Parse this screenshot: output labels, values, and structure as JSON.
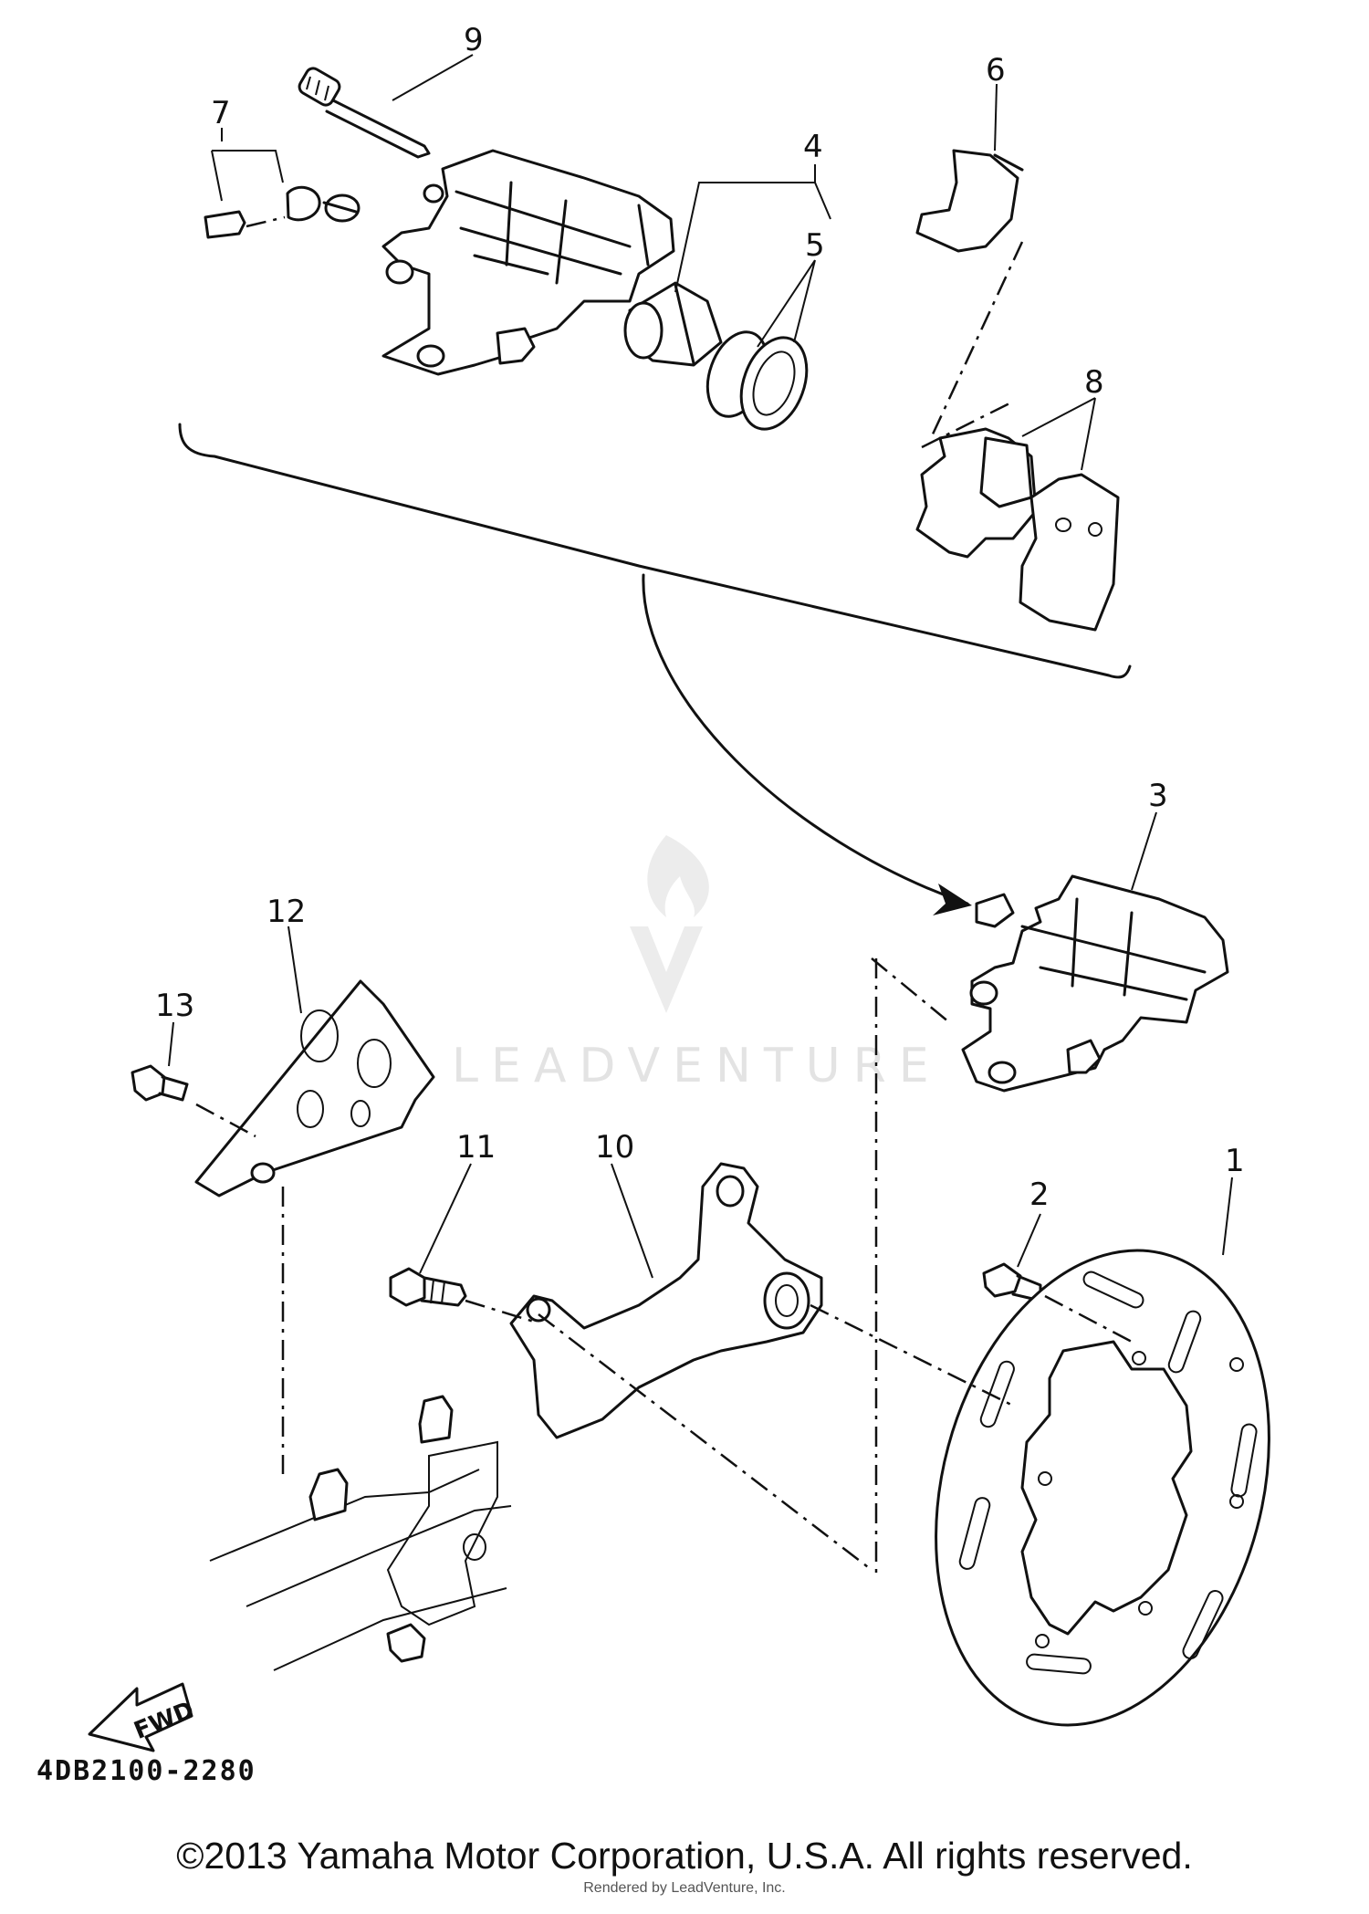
{
  "callouts": [
    "1",
    "2",
    "3",
    "4",
    "5",
    "6",
    "7",
    "8",
    "9",
    "10",
    "11",
    "12",
    "13"
  ],
  "watermark": "LEADVENTURE",
  "direction_label": "FWD",
  "diagram_code": "4DB2100-2280",
  "copyright": "©2013 Yamaha Motor Corporation, U.S.A. All rights reserved.",
  "rendered_by": "Rendered by LeadVenture, Inc."
}
